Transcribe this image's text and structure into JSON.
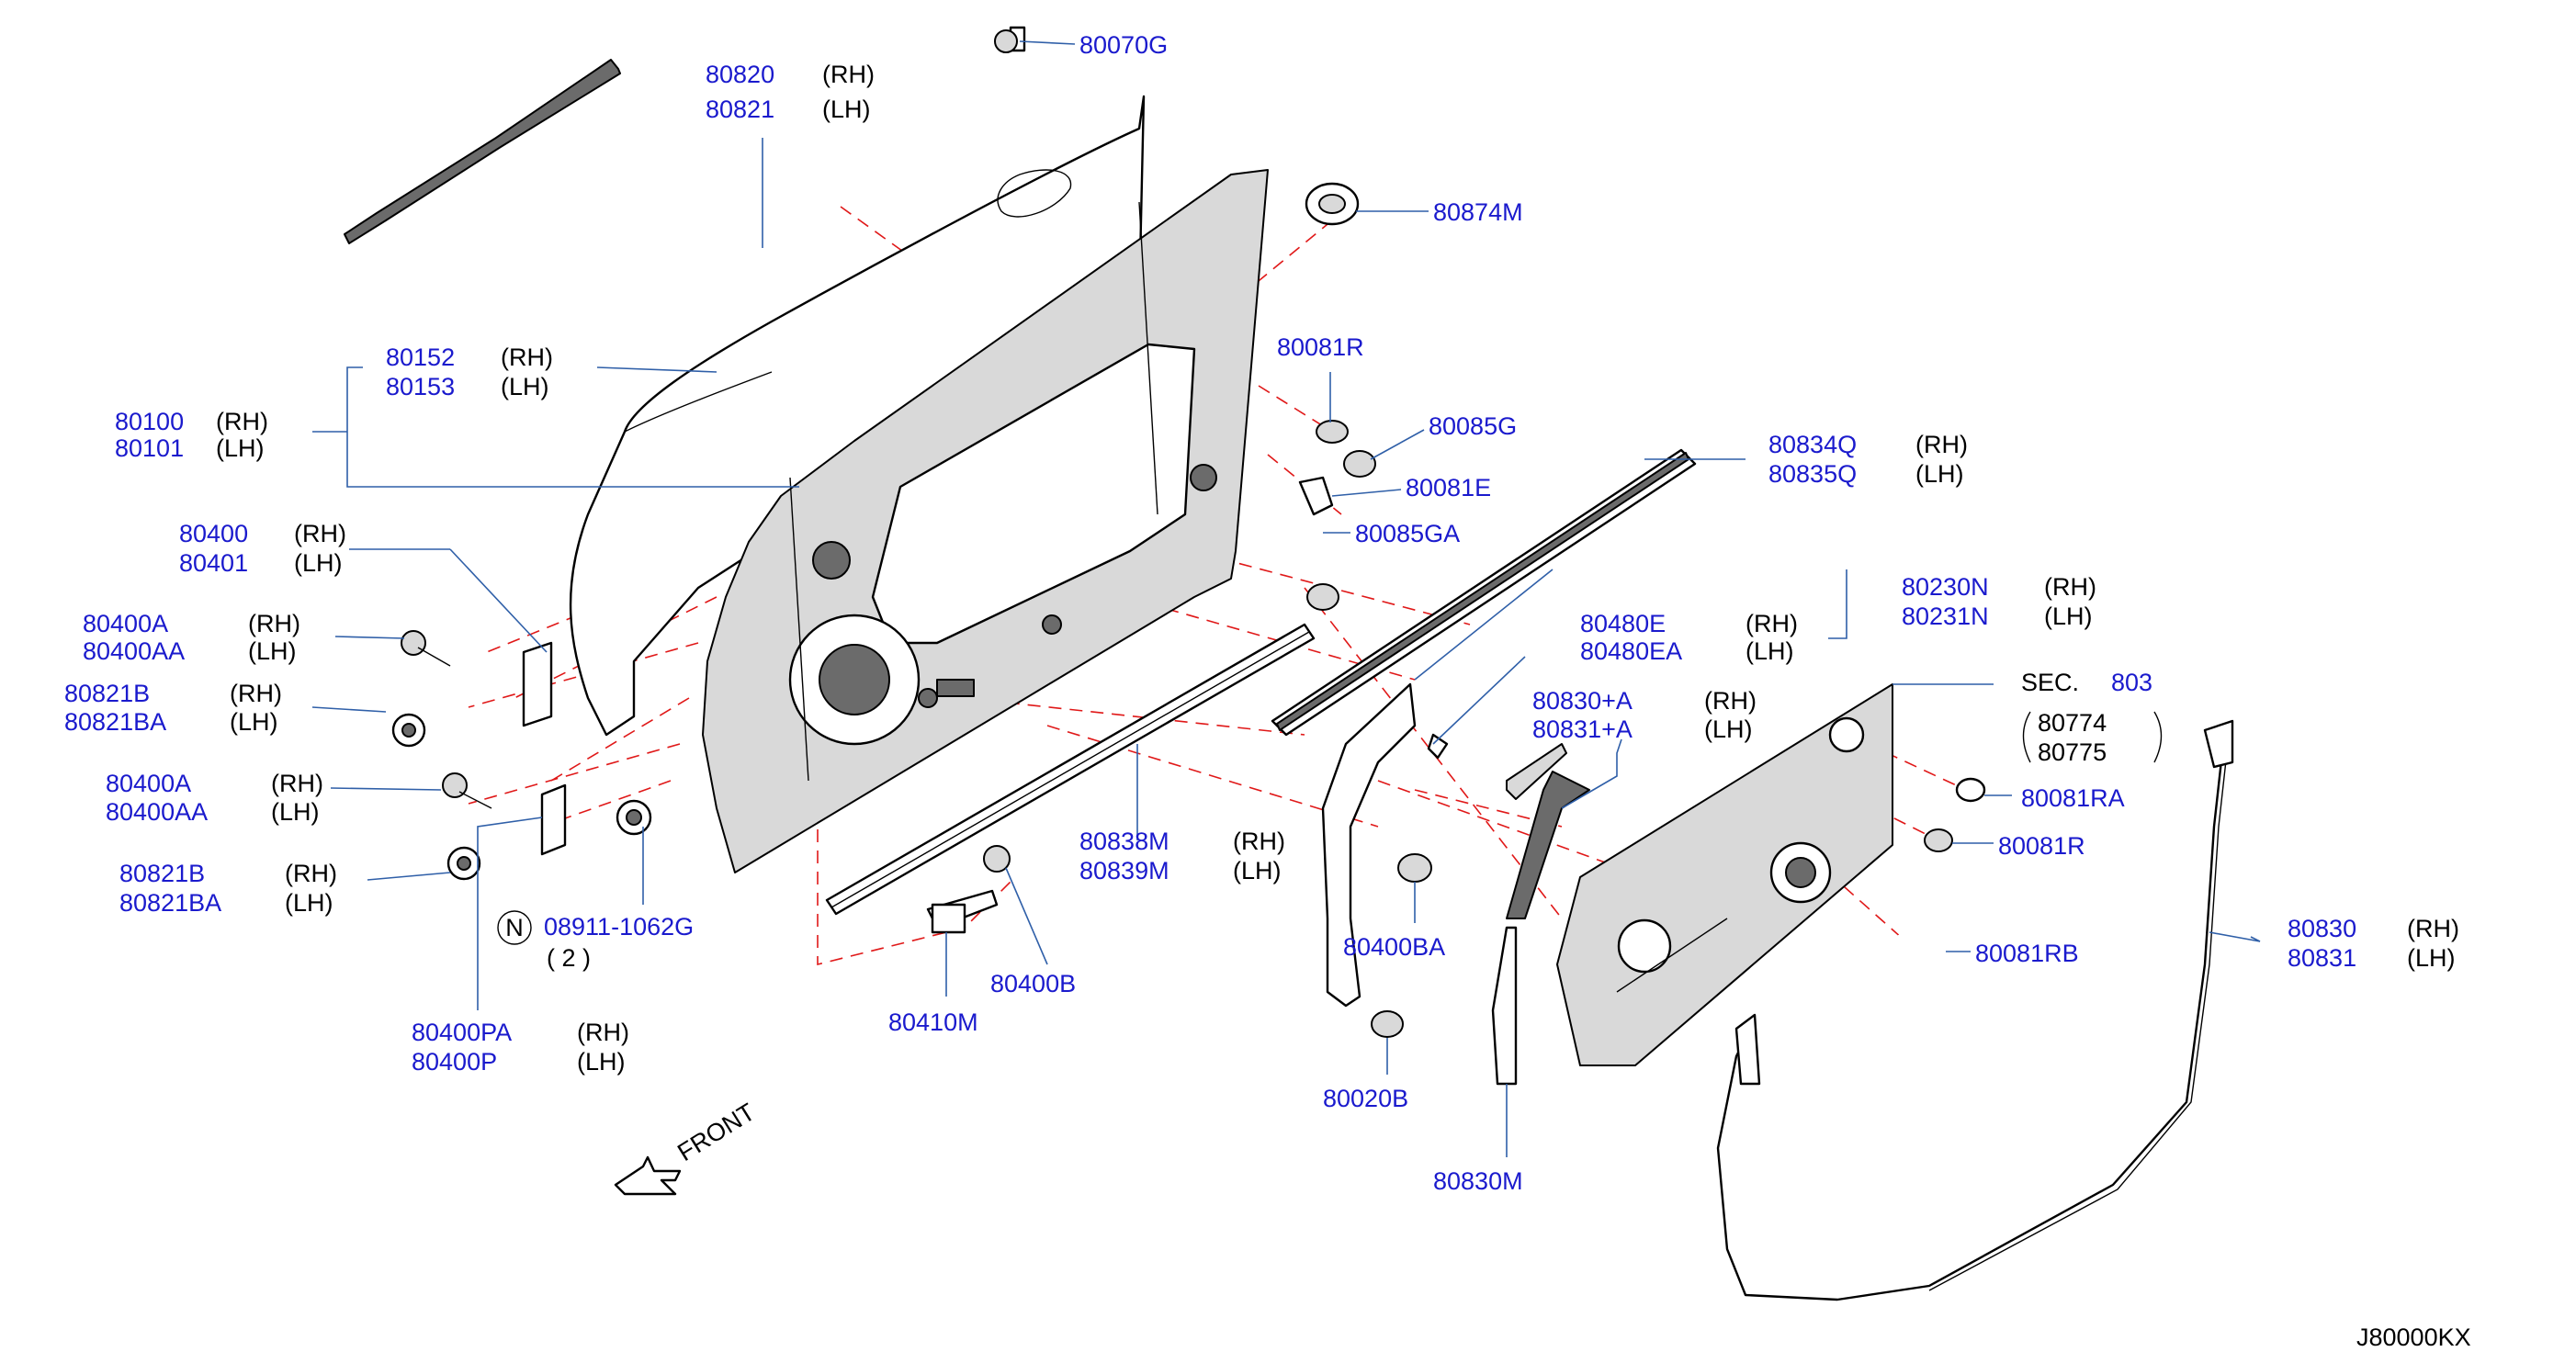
{
  "diagram_code": "J80000KX",
  "front_label": "FRONT",
  "section_ref": {
    "label": "SEC.",
    "number": "803",
    "parts": [
      "80774",
      "80775"
    ]
  },
  "notation": {
    "symbol": "N",
    "part": "08911-1062G",
    "qty": "( 2 )"
  },
  "callouts": {
    "c80070G": [
      "80070G"
    ],
    "c80820": [
      "80820",
      "(RH)",
      "80821",
      "(LH)"
    ],
    "c80874M": [
      "80874M"
    ],
    "c80152": [
      "80152",
      "(RH)",
      "80153",
      "(LH)"
    ],
    "c80100": [
      "80100",
      "(RH)",
      "80101",
      "(LH)"
    ],
    "c80081R": [
      "80081R"
    ],
    "c80085G": [
      "80085G"
    ],
    "c80081E": [
      "80081E"
    ],
    "c80085GA": [
      "80085GA"
    ],
    "c80834Q": [
      "80834Q",
      "(RH)",
      "80835Q",
      "(LH)"
    ],
    "c80400": [
      "80400",
      "(RH)",
      "80401",
      "(LH)"
    ],
    "c80400A_1": [
      "80400A",
      "(RH)",
      "80400AA",
      "(LH)"
    ],
    "c80821B_1": [
      "80821B",
      "(RH)",
      "80821BA",
      "(LH)"
    ],
    "c80400A_2": [
      "80400A",
      "(RH)",
      "80400AA",
      "(LH)"
    ],
    "c80821B_2": [
      "80821B",
      "(RH)",
      "80821BA",
      "(LH)"
    ],
    "c80230N": [
      "80230N",
      "(RH)",
      "80231N",
      "(LH)"
    ],
    "c80480E": [
      "80480E",
      "(RH)",
      "80480EA",
      "(LH)"
    ],
    "c80830A": [
      "80830+A",
      "(RH)",
      "80831+A",
      "(LH)"
    ],
    "c80081RA": [
      "80081RA"
    ],
    "c80081R_2": [
      "80081R"
    ],
    "c80081RB": [
      "80081RB"
    ],
    "c80838M": [
      "80838M",
      "(RH)",
      "80839M",
      "(LH)"
    ],
    "c80400PA": [
      "80400PA",
      "(RH)",
      "80400P",
      "(LH)"
    ],
    "c80400B": [
      "80400B"
    ],
    "c80410M": [
      "80410M"
    ],
    "c80400BA": [
      "80400BA"
    ],
    "c80020B": [
      "80020B"
    ],
    "c80830M": [
      "80830M"
    ],
    "c80830": [
      "80830",
      "(RH)",
      "80831",
      "(LH)"
    ]
  }
}
